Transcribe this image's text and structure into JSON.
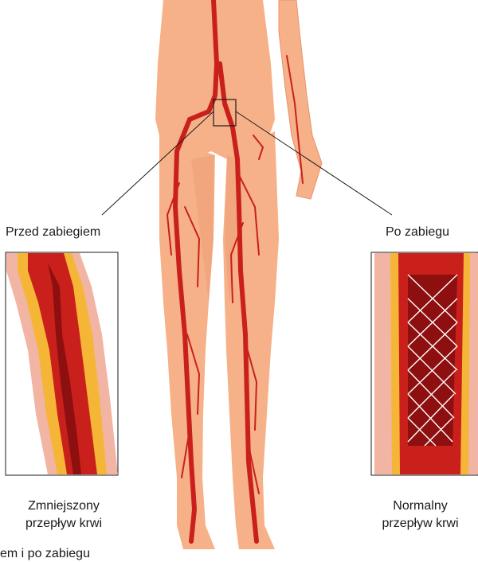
{
  "labels": {
    "before_title": "Przed zabiegiem",
    "after_title": "Po zabiegu",
    "before_caption_line1": "Zmniejszony",
    "before_caption_line2": "przepływ krwi",
    "after_caption_line1": "Normalny",
    "after_caption_line2": "przepływ krwi",
    "bottom_fragment": "em i po zabiegu"
  },
  "colors": {
    "skin": "#f6b189",
    "skin_shadow": "#e8926a",
    "artery": "#c9201b",
    "artery_dark": "#8e0f0f",
    "plaque": "#f5b637",
    "vessel_wall": "#f2b4a3"
  }
}
